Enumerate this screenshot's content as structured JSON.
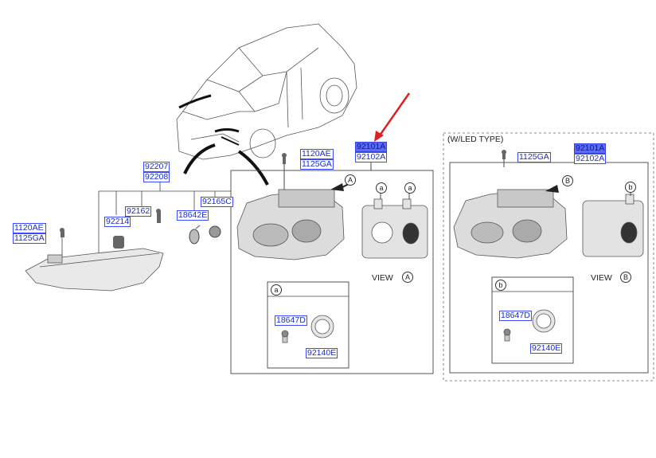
{
  "parts": {
    "p1120ae_top": "1120AE",
    "p1125ga_top": "1125GA",
    "p92101a": "92101A",
    "p92102a": "92102A",
    "p92207": "92207",
    "p92208": "92208",
    "p92162": "92162",
    "p92214": "92214",
    "p18642e": "18642E",
    "p92165c": "92165C",
    "p1120ae_left": "1120AE",
    "p1125ga_left": "1125GA",
    "p18647d": "18647D",
    "p92140e": "92140E",
    "led_p1125ga": "1125GA",
    "led_p92101a": "92101A",
    "led_p92102a": "92102A",
    "led_p18647d": "18647D",
    "led_p92140e": "92140E"
  },
  "labels": {
    "led_type": "(W/LED TYPE)",
    "view": "VIEW",
    "callout_a_upper": "A",
    "callout_a_lower": "a",
    "callout_b_upper": "B",
    "callout_b_lower": "b"
  },
  "colors": {
    "part_text": "#1a2bd0",
    "part_border": "#3b4cff",
    "highlight_fill": "#5a6cf5",
    "arrow": "#e02020"
  }
}
